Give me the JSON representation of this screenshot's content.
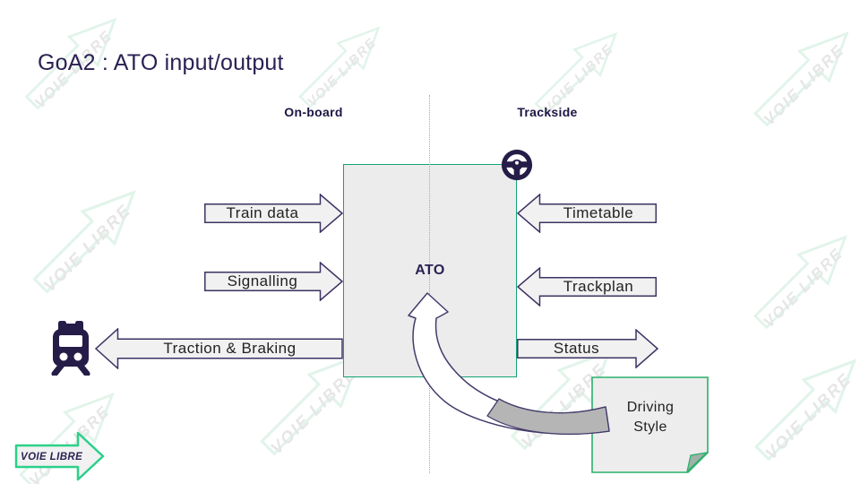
{
  "slide": {
    "title": "GoA2 : ATO input/output",
    "sections": {
      "on_board": "On-board",
      "trackside": "Trackside"
    },
    "ato_box": {
      "label": "ATO"
    },
    "flows": [
      {
        "id": "train-data",
        "label": "Train data",
        "side": "on-board",
        "direction": "input"
      },
      {
        "id": "signalling",
        "label": "Signalling",
        "side": "on-board",
        "direction": "input"
      },
      {
        "id": "traction-braking",
        "label": "Traction & Braking",
        "side": "on-board",
        "direction": "output"
      },
      {
        "id": "timetable",
        "label": "Timetable",
        "side": "trackside",
        "direction": "input"
      },
      {
        "id": "trackplan",
        "label": "Trackplan",
        "side": "trackside",
        "direction": "input"
      },
      {
        "id": "status",
        "label": "Status",
        "side": "trackside",
        "direction": "output"
      }
    ],
    "note": {
      "label": "Driving Style"
    },
    "watermark": {
      "text": "VOIE LIBRE"
    },
    "logo": {
      "text": "VOIE LIBRE"
    },
    "colors": {
      "accent_green": "#13a377",
      "note_green": "#2bb06b",
      "logo_green": "#2bd089",
      "dark_purple": "#2b2153",
      "box_fill": "#ececec",
      "arrow_fill": "#f1f1f1",
      "arrow_stroke": "#3e3264",
      "curve_gray": "#b5b5b5",
      "watermark_stroke": "#e1f4ea",
      "watermark_text": "#e6e6e6"
    }
  }
}
